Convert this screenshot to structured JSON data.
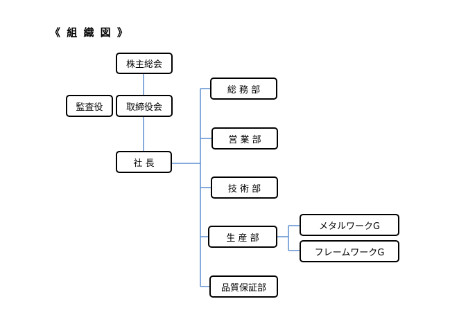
{
  "title": "《 組 織 図 》",
  "line_color": "#5b8fd0",
  "nodes": {
    "shareholders": "株主総会",
    "auditor": "監査役",
    "board": "取締役会",
    "president": "社 長",
    "general_affairs": "総 務 部",
    "sales": "営 業 部",
    "engineering": "技 術 部",
    "production": "生 産 部",
    "metal_work": "メタルワークG",
    "frame_work": "フレームワークG",
    "quality_assurance": "品質保証部"
  }
}
